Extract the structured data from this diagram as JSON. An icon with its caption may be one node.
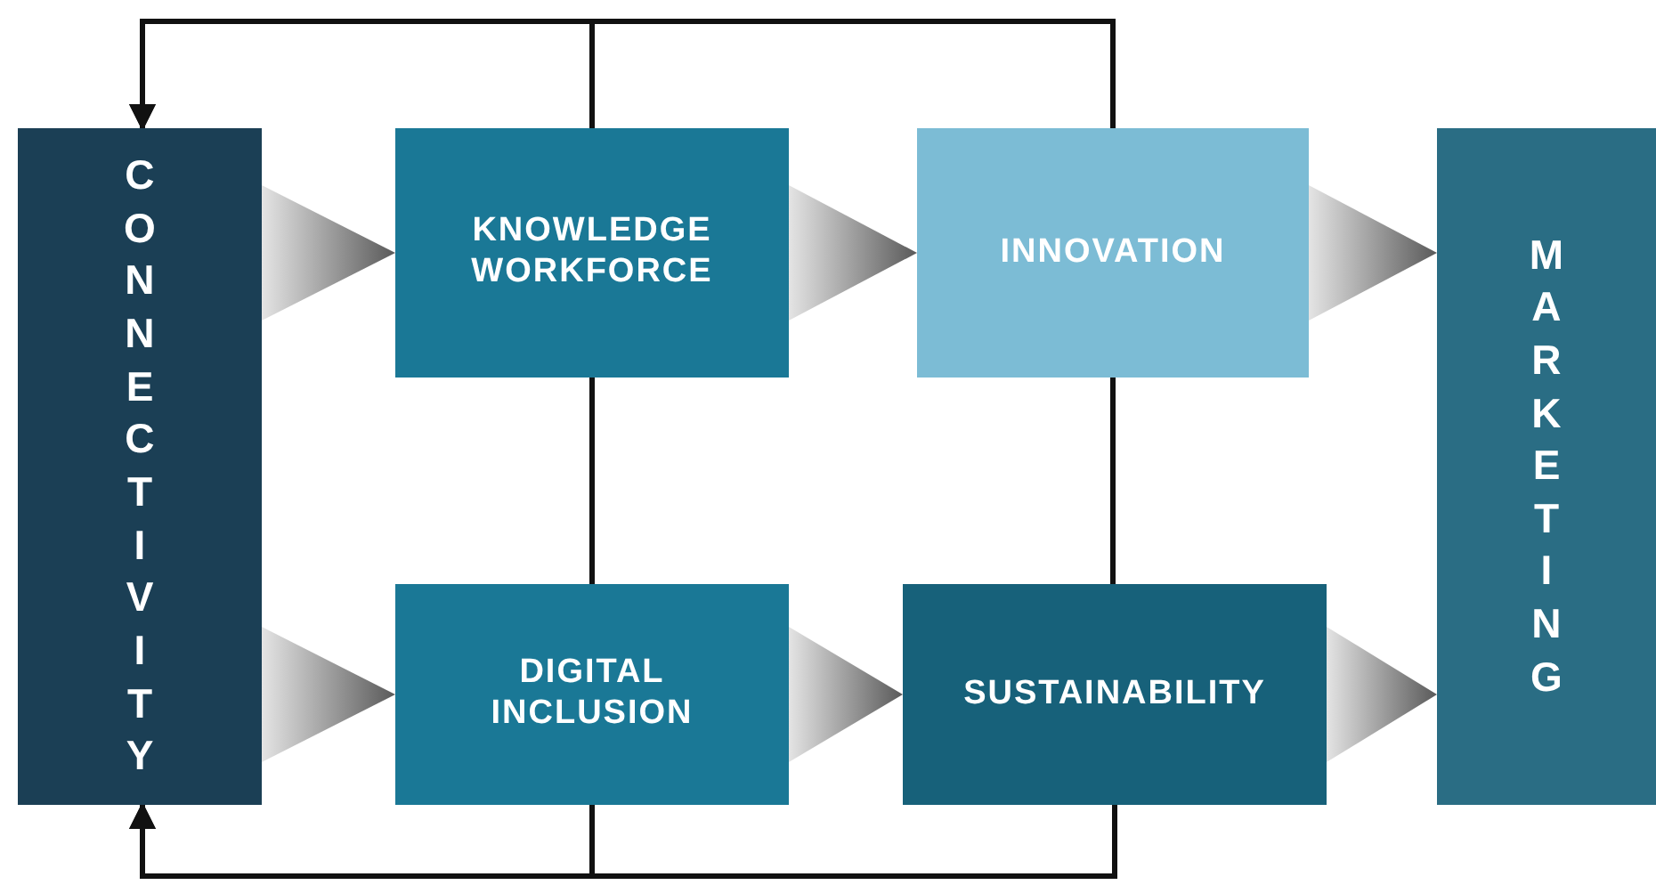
{
  "diagram": {
    "nodes": [
      {
        "text": [
          "CONNECTIVITY"
        ]
      },
      {
        "text": [
          "KNOWLEDGE WORKFORCE"
        ]
      },
      {
        "text": [
          "INNOVATION"
        ]
      },
      {
        "text": [
          "MARKETING"
        ]
      },
      {
        "text": [
          "DIGITAL INCLUSION"
        ]
      },
      {
        "text": [
          "SUSTAINABILITY"
        ]
      }
    ],
    "edges": [
      {
        "from": 0,
        "to": 1,
        "arrow": "to"
      },
      {
        "from": 0,
        "to": 4,
        "arrow": "to"
      },
      {
        "from": 1,
        "to": 2,
        "arrow": "to"
      },
      {
        "from": 4,
        "to": 5,
        "arrow": "to"
      },
      {
        "from": 2,
        "to": 3,
        "arrow": "to"
      },
      {
        "from": 5,
        "to": 3,
        "arrow": "to"
      },
      {
        "from": 1,
        "to": 0,
        "arrow": "to"
      },
      {
        "from": 2,
        "to": 0,
        "arrow": "to"
      },
      {
        "from": 4,
        "to": 0,
        "arrow": "to"
      },
      {
        "from": 5,
        "to": 0,
        "arrow": "to"
      },
      {
        "from": 1,
        "to": 4,
        "arrow": "none"
      },
      {
        "from": 2,
        "to": 5,
        "arrow": "none"
      }
    ]
  }
}
